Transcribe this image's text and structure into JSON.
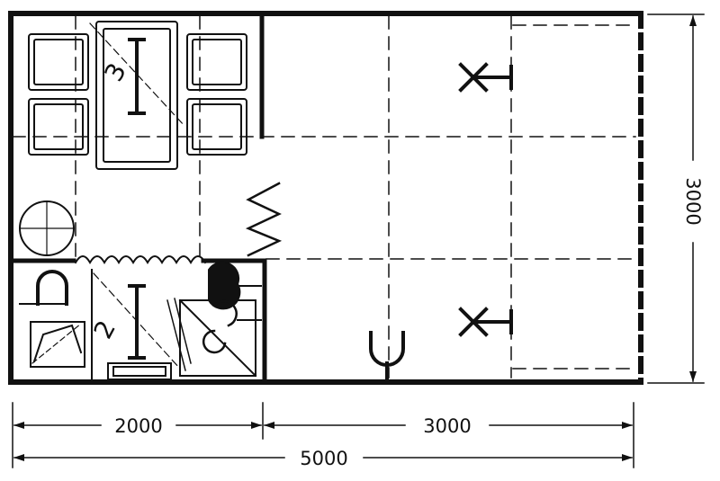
{
  "diagram": {
    "dimensions": {
      "bottom_left": "2000",
      "bottom_right": "3000",
      "bottom_total": "5000",
      "right_height": "3000"
    },
    "line_color": "#111111",
    "background": "#ffffff"
  }
}
